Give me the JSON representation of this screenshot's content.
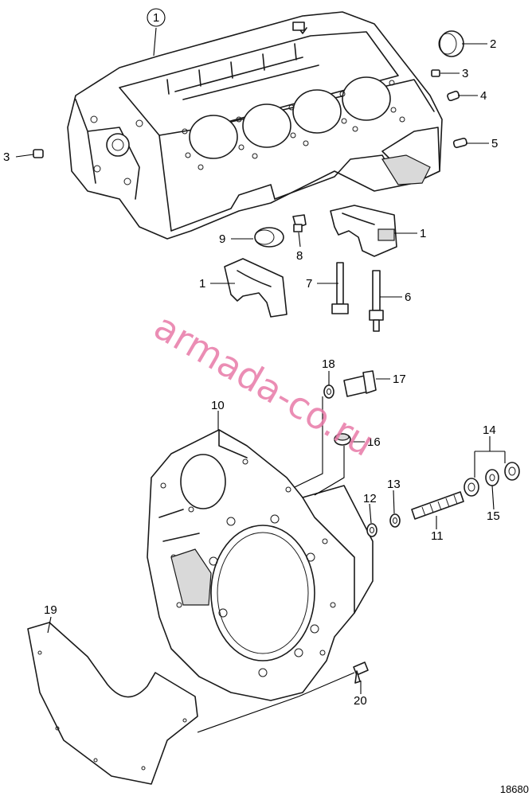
{
  "callouts": {
    "c1_top": "1",
    "c2": "2",
    "c3_right": "3",
    "c3_left": "3",
    "c4": "4",
    "c5": "5",
    "c1_cap_right": "1",
    "c9": "9",
    "c8": "8",
    "c1_cap_left": "1",
    "c7": "7",
    "c6": "6",
    "c18": "18",
    "c17": "17",
    "c10": "10",
    "c16": "16",
    "c14": "14",
    "c13": "13",
    "c12": "12",
    "c15": "15",
    "c11": "11",
    "c19": "19",
    "c20": "20"
  },
  "watermark": "armada-co.ru",
  "figure_id": "18680",
  "colors": {
    "line": "#1a1a1a",
    "watermark": "#e87aa8"
  }
}
